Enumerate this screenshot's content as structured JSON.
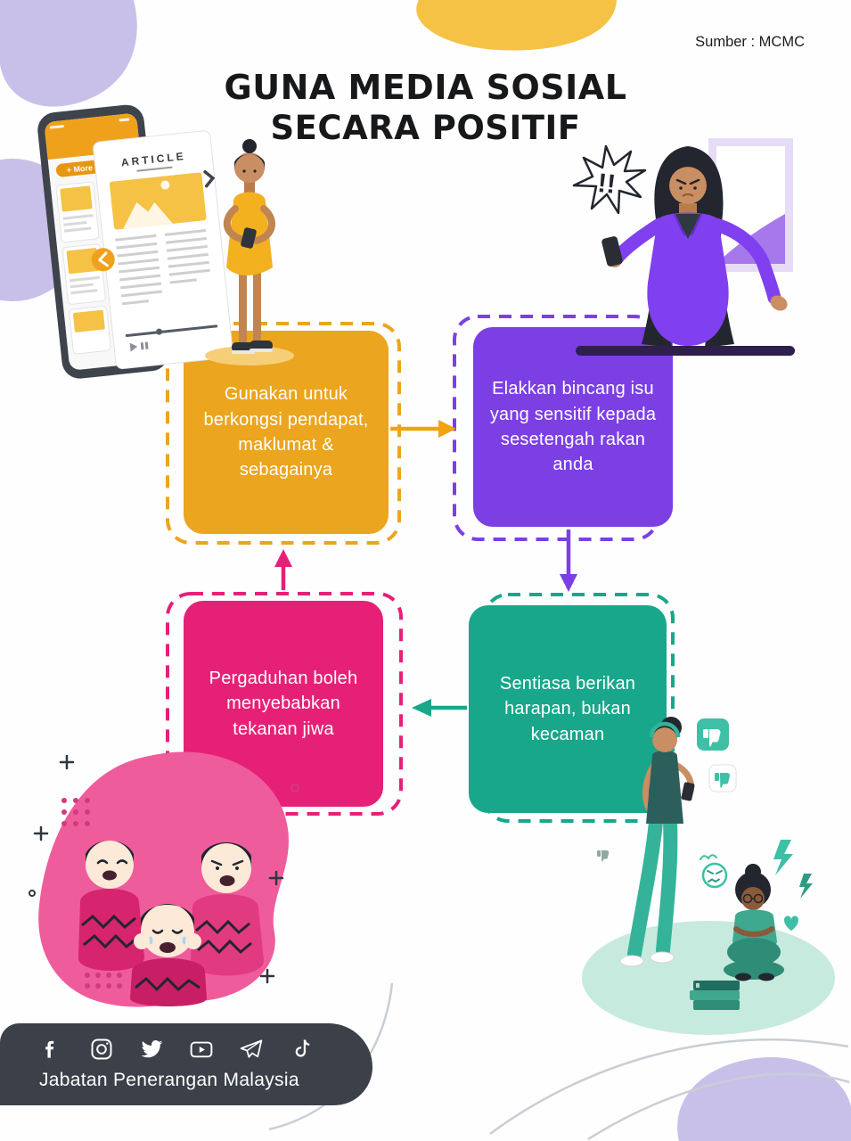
{
  "source_label": "Sumber : MCMC",
  "title": {
    "line1": "GUNA MEDIA SOSIAL",
    "line2": "SECARA POSITIF"
  },
  "flow": {
    "steps": [
      {
        "id": 1,
        "text": "Gunakan untuk berkongsi pendapat, maklumat & sebagainya",
        "color": "#EBA51E"
      },
      {
        "id": 2,
        "text": "Elakkan bincang isu yang sensitif kepada sesetengah rakan anda",
        "color": "#7C3FE4"
      },
      {
        "id": 3,
        "text": "Sentiasa berikan harapan, bukan kecaman",
        "color": "#18A78A"
      },
      {
        "id": 4,
        "text": "Pergaduhan boleh menyebabkan tekanan jiwa",
        "color": "#E72077"
      }
    ]
  },
  "illustrations": {
    "phone_more_articles_label": "+ More Articles",
    "phone_article_label": "ARTICLE",
    "angry_burst_text": "!!"
  },
  "footer": {
    "org_label": "Jabatan Penerangan Malaysia",
    "icons": [
      "facebook",
      "instagram",
      "twitter",
      "youtube",
      "telegram",
      "tiktok"
    ]
  },
  "colors": {
    "box_orange": "#EBA51E",
    "box_purple": "#7C3FE4",
    "box_teal": "#18A78A",
    "box_pink": "#E72077",
    "decor_lavender": "#C9C0EA",
    "decor_yellow": "#F6C245",
    "footer_background": "#3B4049",
    "title_text": "#17181A"
  }
}
